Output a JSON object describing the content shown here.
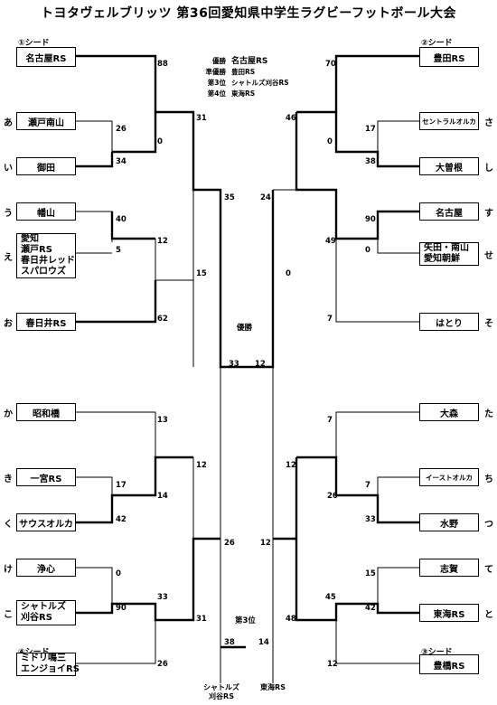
{
  "title": "トヨタヴェルブリッツ 第36回愛知県中学生ラグビーフットボール大会",
  "seeds": {
    "s1": "①シード",
    "s2": "②シード",
    "s3": "③シード",
    "s4": "④シード"
  },
  "results": {
    "first_label": "優勝",
    "first": "名古屋RS",
    "second_label": "準優勝",
    "second": "豊田RS",
    "third_label": "第3位",
    "third": "シャトルズ刈谷RS",
    "fourth_label": "第4位",
    "fourth": "東海RS"
  },
  "labels": {
    "champion": "優勝",
    "third_place": "第3位"
  },
  "teams_left": [
    {
      "kana": "",
      "name": [
        "名古屋RS"
      ]
    },
    {
      "kana": "あ",
      "name": [
        "瀬戸南山"
      ]
    },
    {
      "kana": "い",
      "name": [
        "御田"
      ]
    },
    {
      "kana": "う",
      "name": [
        "幡山"
      ]
    },
    {
      "kana": "え",
      "name": [
        "愛知",
        "瀬戸RS",
        "春日井レッド",
        "スパロウズ"
      ]
    },
    {
      "kana": "お",
      "name": [
        "春日井RS"
      ]
    },
    {
      "kana": "か",
      "name": [
        "昭和橋"
      ]
    },
    {
      "kana": "き",
      "name": [
        "一宮RS"
      ]
    },
    {
      "kana": "く",
      "name": [
        "サウスオルカ"
      ]
    },
    {
      "kana": "け",
      "name": [
        "浄心"
      ]
    },
    {
      "kana": "こ",
      "name": [
        "シャトルズ",
        "刈谷RS"
      ]
    },
    {
      "kana": "",
      "name": [
        "ミドリ鳴三",
        "エンジョイRS"
      ]
    }
  ],
  "teams_right": [
    {
      "kana": "",
      "name": [
        "豊田RS"
      ]
    },
    {
      "kana": "さ",
      "name": [
        "セントラルオルカ"
      ]
    },
    {
      "kana": "し",
      "name": [
        "大曽根"
      ]
    },
    {
      "kana": "す",
      "name": [
        "名古屋"
      ]
    },
    {
      "kana": "せ",
      "name": [
        "矢田・南山",
        "愛知朝鮮"
      ]
    },
    {
      "kana": "そ",
      "name": [
        "はとり"
      ]
    },
    {
      "kana": "た",
      "name": [
        "大森"
      ]
    },
    {
      "kana": "ち",
      "name": [
        "イーストオルカ"
      ]
    },
    {
      "kana": "つ",
      "name": [
        "水野"
      ]
    },
    {
      "kana": "て",
      "name": [
        "志賀"
      ]
    },
    {
      "kana": "と",
      "name": [
        "東海RS"
      ]
    },
    {
      "kana": "",
      "name": [
        "豊橋RS"
      ]
    }
  ],
  "scores": {
    "l1": "88",
    "l2": "26",
    "l3": "0",
    "l4": "34",
    "l5": "31",
    "l6": "40",
    "l7": "5",
    "l8": "12",
    "l9": "15",
    "l10": "62",
    "l11": "35",
    "l12": "13",
    "l13": "17",
    "l14": "12",
    "l15": "14",
    "l16": "42",
    "l17": "26",
    "l18": "0",
    "l19": "33",
    "l20": "90",
    "l21": "31",
    "l22": "26",
    "r1": "70",
    "r2": "46",
    "r3": "17",
    "r4": "0",
    "r5": "38",
    "r6": "90",
    "r7": "49",
    "r8": "24",
    "r9": "0",
    "r10": "0",
    "r11": "7",
    "r12": "7",
    "r13": "12",
    "r14": "7",
    "r15": "26",
    "r16": "33",
    "r17": "12",
    "r18": "15",
    "r19": "45",
    "r20": "42",
    "r21": "48",
    "r22": "12",
    "final_l": "33",
    "final_r": "12",
    "third_l": "38",
    "third_r": "14"
  },
  "bottom": {
    "third_left": [
      "シャトルズ",
      "刈谷RS"
    ],
    "third_right": [
      "東海RS"
    ]
  }
}
